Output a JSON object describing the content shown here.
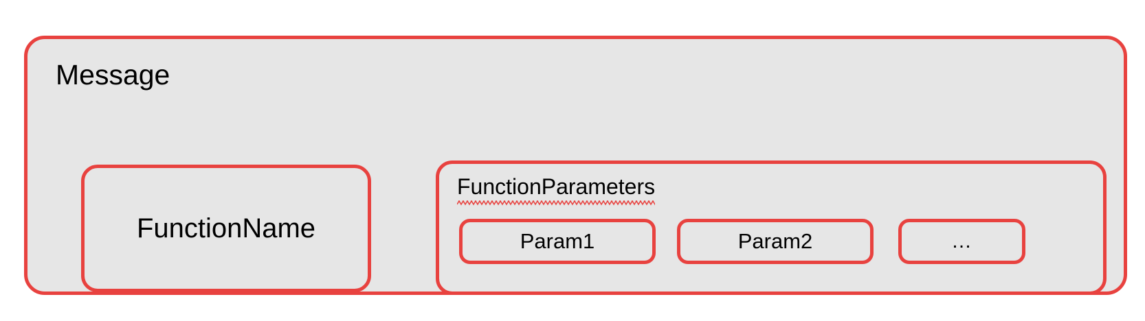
{
  "diagram": {
    "title": "Message",
    "background_color": "#FFFFFF",
    "node_fill_color": "#E6E6E6",
    "node_border_color": "#E8423F",
    "text_color": "#000000",
    "spellcheck_underline_color": "#E8423F"
  },
  "message_box": {
    "label": "Message",
    "children": {
      "function_name": {
        "label": "FunctionName"
      },
      "function_parameters": {
        "label": "FunctionParameters",
        "has_spellcheck_underline": true,
        "params": [
          {
            "label": "Param1"
          },
          {
            "label": "Param2"
          },
          {
            "label": "…"
          }
        ]
      }
    }
  }
}
